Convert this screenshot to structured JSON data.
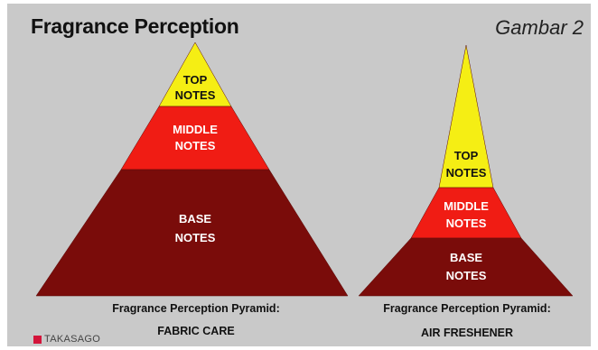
{
  "header": {
    "title": "Fragrance Perception",
    "figure_label": "Gambar 2"
  },
  "colors": {
    "top": "#f5ee14",
    "middle": "#f01c14",
    "base": "#7a0c0a",
    "background": "#c9c9c9"
  },
  "pyramids": [
    {
      "caption_line1": "Fragrance Perception Pyramid:",
      "caption_line2": "FABRIC CARE",
      "layers": {
        "top_line1": "TOP",
        "top_line2": "NOTES",
        "middle_line1": "MIDDLE",
        "middle_line2": "NOTES",
        "base_line1": "BASE",
        "base_line2": "NOTES"
      }
    },
    {
      "caption_line1": "Fragrance Perception Pyramid:",
      "caption_line2": "AIR FRESHENER",
      "layers": {
        "top_line1": "TOP",
        "top_line2": "NOTES",
        "middle_line1": "MIDDLE",
        "middle_line2": "NOTES",
        "base_line1": "BASE",
        "base_line2": "NOTES"
      }
    }
  ],
  "logo": {
    "text": "TAKASAGO"
  }
}
